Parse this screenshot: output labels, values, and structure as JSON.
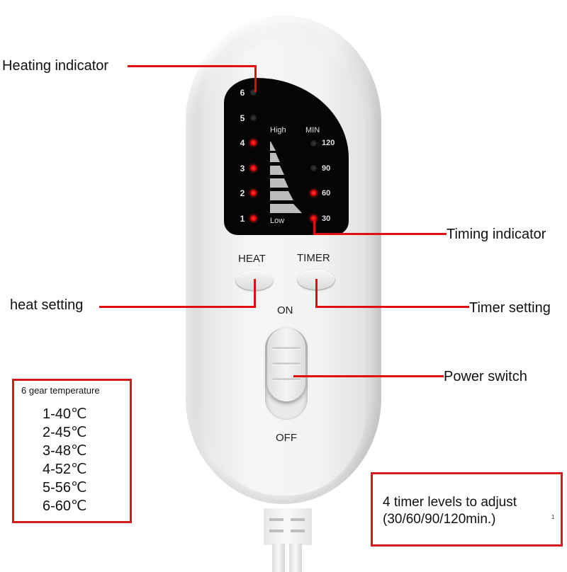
{
  "callouts": {
    "heating_indicator": "Heating indicator",
    "timing_indicator": "Timing indicator",
    "heat_setting": "heat setting",
    "timer_setting": "Timer setting",
    "power_switch": "Power switch"
  },
  "panel": {
    "heat_levels": [
      {
        "level": "6",
        "on": false
      },
      {
        "level": "5",
        "on": false
      },
      {
        "level": "4",
        "on": true
      },
      {
        "level": "3",
        "on": true
      },
      {
        "level": "2",
        "on": true
      },
      {
        "level": "1",
        "on": true
      }
    ],
    "high_label": "High",
    "low_label": "Low",
    "min_label": "MIN",
    "timer_levels": [
      {
        "minutes": "120",
        "on": false
      },
      {
        "minutes": "90",
        "on": false
      },
      {
        "minutes": "60",
        "on": true
      },
      {
        "minutes": "30",
        "on": true
      }
    ]
  },
  "buttons": {
    "heat_label": "HEAT",
    "timer_label": "TIMER"
  },
  "switch": {
    "on_label": "ON",
    "off_label": "OFF"
  },
  "temperature_box": {
    "title": "6 gear temperature",
    "gears": [
      "1-40℃",
      "2-45℃",
      "3-48℃",
      "4-52℃",
      "5-56℃",
      "6-60℃"
    ]
  },
  "timer_box": {
    "line1": "4 timer levels to adjust",
    "line2": "(30/60/90/120min.)",
    "footnote": "1"
  },
  "colors": {
    "callout_line": "#e01010",
    "box_border": "#d41c1c",
    "led_on": "#e00000",
    "panel_bg": "#050505"
  }
}
